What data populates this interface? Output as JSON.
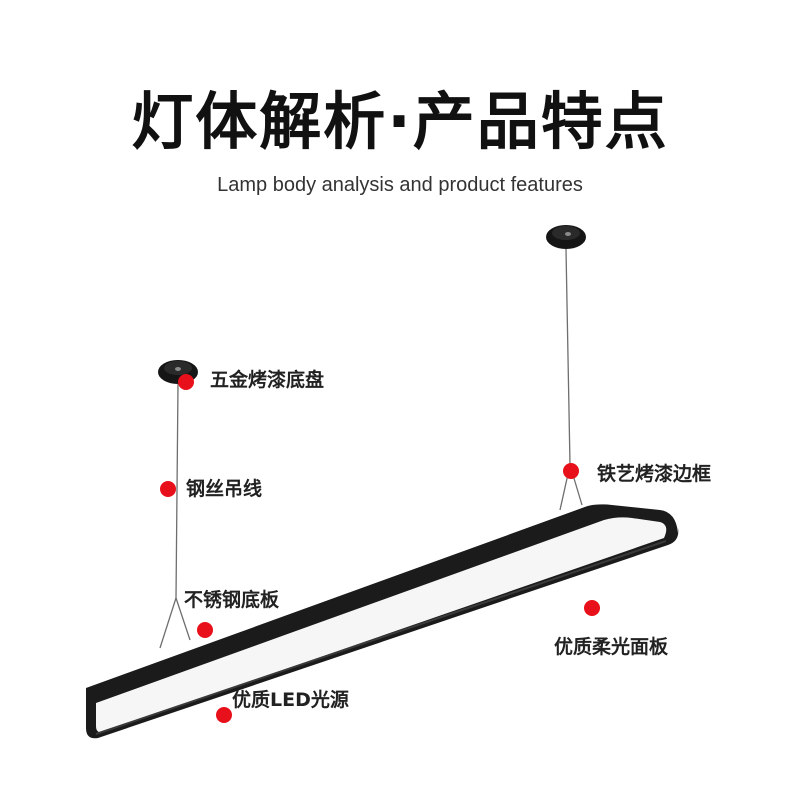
{
  "title": "灯体解析·产品特点",
  "subtitle": "Lamp body analysis and product features",
  "colors": {
    "dot": "#e8101a",
    "lamp_frame": "#1b1b1b",
    "diffuser": "#f6f6f6",
    "wire": "#6e6e6e",
    "text": "#222222"
  },
  "callouts": [
    {
      "label": "五金烤漆底盘"
    },
    {
      "label": "钢丝吊线"
    },
    {
      "label": "不锈钢底板"
    },
    {
      "label": "优质LED光源"
    },
    {
      "label": "铁艺烤漆边框"
    },
    {
      "label": "优质柔光面板"
    }
  ]
}
